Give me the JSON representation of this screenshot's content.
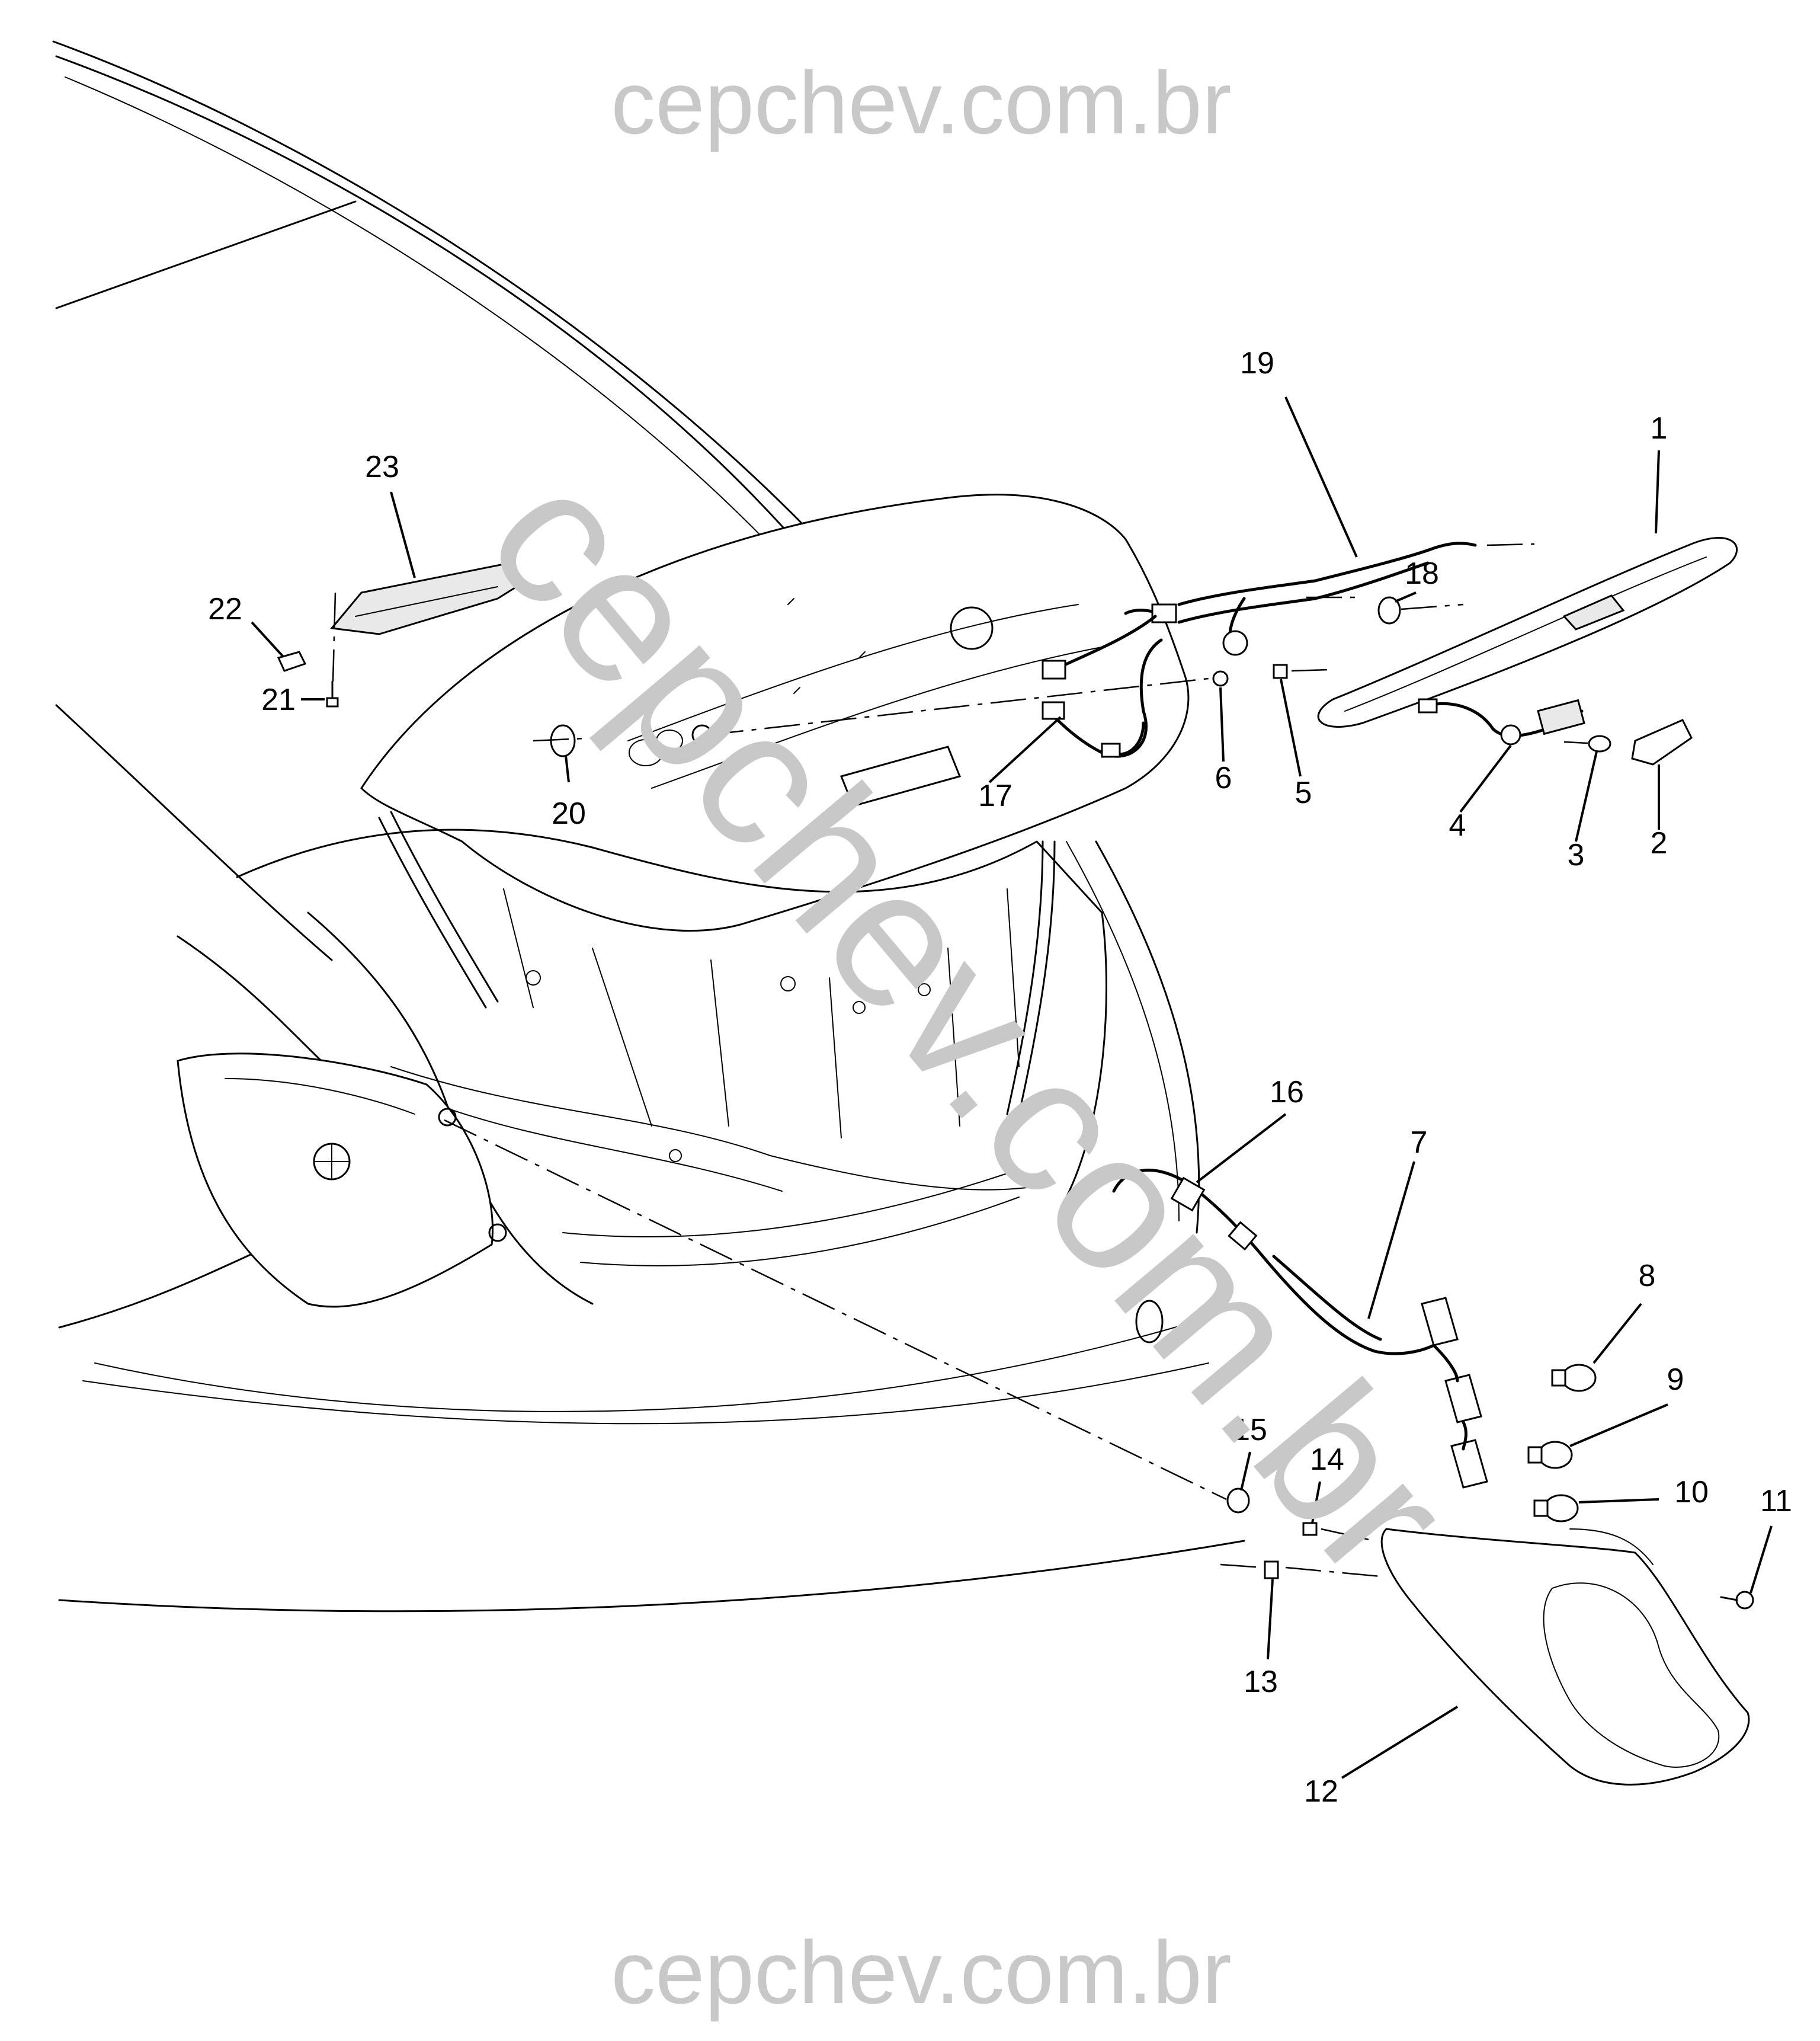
{
  "watermark": {
    "top_text": "cepchev.com.br",
    "bottom_text": "cepchev.com.br",
    "diagonal_text": "cepchev.com.br",
    "color": "#c8c8c8"
  },
  "callouts": [
    {
      "id": "1",
      "label": "1"
    },
    {
      "id": "2",
      "label": "2"
    },
    {
      "id": "3",
      "label": "3"
    },
    {
      "id": "4",
      "label": "4"
    },
    {
      "id": "5",
      "label": "5"
    },
    {
      "id": "6",
      "label": "6"
    },
    {
      "id": "7",
      "label": "7"
    },
    {
      "id": "8",
      "label": "8"
    },
    {
      "id": "9",
      "label": "9"
    },
    {
      "id": "10",
      "label": "10"
    },
    {
      "id": "11",
      "label": "11"
    },
    {
      "id": "12",
      "label": "12"
    },
    {
      "id": "13",
      "label": "13"
    },
    {
      "id": "14",
      "label": "14"
    },
    {
      "id": "15",
      "label": "15"
    },
    {
      "id": "16",
      "label": "16"
    },
    {
      "id": "17",
      "label": "17"
    },
    {
      "id": "18",
      "label": "18"
    },
    {
      "id": "19",
      "label": "19"
    },
    {
      "id": "20",
      "label": "20"
    },
    {
      "id": "21",
      "label": "21"
    },
    {
      "id": "22",
      "label": "22"
    },
    {
      "id": "23",
      "label": "23"
    }
  ]
}
